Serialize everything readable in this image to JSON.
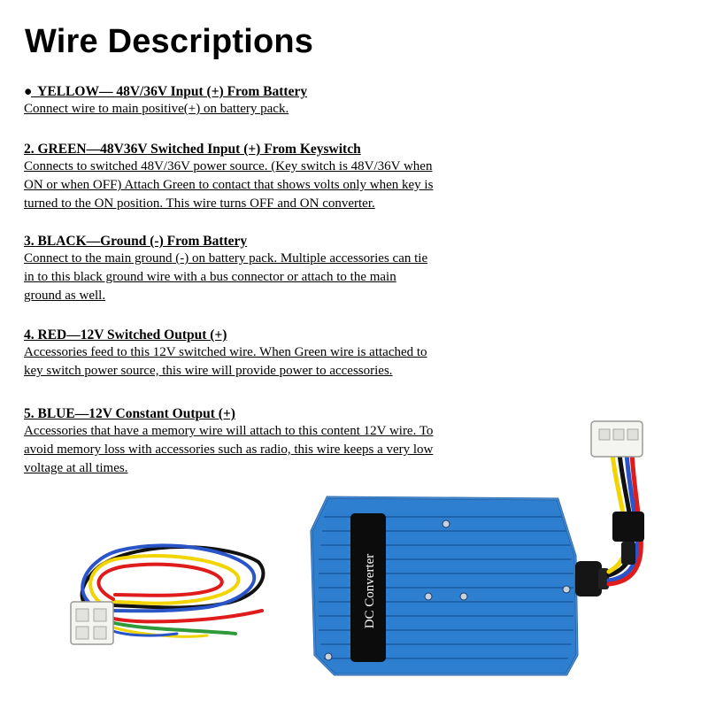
{
  "title": "Wire Descriptions",
  "descriptions": [
    {
      "marker": "●",
      "heading": "  YELLOW— 48V/36V Input (+) From Battery",
      "lines": [
        "Connect wire to main positive(+) on battery pack."
      ]
    },
    {
      "heading": "2. GREEN—48V36V Switched Input (+) From Keyswitch",
      "lines": [
        "Connects to switched 48V/36V power source. (Key switch is 48V/36V when",
        "ON or when OFF) Attach Green to contact that shows volts only when key is",
        "turned to the ON position. This wire turns OFF and ON converter."
      ]
    },
    {
      "heading": "3. BLACK—Ground (-) From Battery",
      "lines": [
        "Connect to the main ground (-) on battery pack. Multiple accessories can tie",
        "in to this black ground wire with a bus connector or attach to the main",
        "ground as well."
      ]
    },
    {
      "heading": "4. RED—12V Switched Output (+)",
      "lines": [
        "Accessories feed to this 12V switched wire. When Green wire is attached to",
        "key switch power source, this wire will provide power to accessories."
      ]
    },
    {
      "heading": "5. BLUE—12V Constant Output (+)",
      "lines": [
        "Accessories that have a memory wire will attach to this content 12V wire. To",
        "avoid memory loss with accessories such as radio, this wire keeps a very low",
        "voltage at all times."
      ]
    }
  ],
  "product_label": "DC Converter",
  "colors": {
    "converter_body": "#2f7fd0",
    "converter_dark": "#1d5fa8",
    "wire_yellow": "#f2d400",
    "wire_green": "#2e9a3a",
    "wire_black": "#111111",
    "wire_red": "#e01b1b",
    "wire_blue": "#2a55c8"
  }
}
